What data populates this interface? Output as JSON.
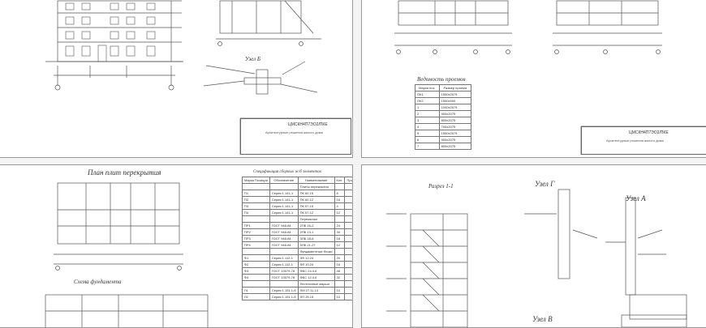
{
  "sheets": {
    "top_left": {
      "detail_label": "Узел Б",
      "stamp_code": "ЦМСКН4П7ЭО2/ПКЕ",
      "stamp_sub": "Архитектурные решения жилого дома"
    },
    "top_right": {
      "schedule_title": "Ведомость проемов",
      "schedule_header": [
        "Марка поз.",
        "Размер проема"
      ],
      "schedule_rows": [
        [
          "ОК1",
          "1550x2075"
        ],
        [
          "ОК2",
          "1550x900"
        ],
        [
          "1",
          "1000x2075"
        ],
        [
          "2",
          "900x2075"
        ],
        [
          "3",
          "800x2075"
        ],
        [
          "4",
          "700x2075"
        ],
        [
          "5",
          "1550x2075"
        ],
        [
          "6",
          "900x2075"
        ],
        [
          "7",
          "800x2075"
        ]
      ],
      "stamp_code": "ЦМСКН4П7ЭО2/ПКЕ",
      "stamp_sub": "Архитектурные решения жилого дома"
    },
    "bottom_left": {
      "plan_title": "План плит перекрытия",
      "foundation_title": "Схема фундамента",
      "spec_title": "Спецификация сборных ж/б элементов",
      "spec_header": [
        "Марка Позиция",
        "Обозначение",
        "Наименование",
        "Кол.",
        "Примеч."
      ],
      "spec_rows": [
        [
          "",
          "",
          "Плиты перекрытия",
          "",
          ""
        ],
        [
          "П1",
          "Серия 1.141-1",
          "ПК 60.15",
          "8",
          ""
        ],
        [
          "П2",
          "Серия 1.141-1",
          "ПК 60.12",
          "16",
          ""
        ],
        [
          "П3",
          "Серия 1.141-1",
          "ПК 57.15",
          "4",
          ""
        ],
        [
          "П4",
          "Серия 1.141-1",
          "ПК 57.12",
          "12",
          ""
        ],
        [
          "",
          "",
          "Перемычки",
          "",
          ""
        ],
        [
          "ПР1",
          "ГОСТ 948-84",
          "2ПБ 16-2",
          "24",
          ""
        ],
        [
          "ПР2",
          "ГОСТ 948-84",
          "2ПБ 13-1",
          "30",
          ""
        ],
        [
          "ПР3",
          "ГОСТ 948-84",
          "3ПБ 18-8",
          "18",
          ""
        ],
        [
          "ПР4",
          "ГОСТ 948-84",
          "5ПБ 21-27",
          "12",
          ""
        ],
        [
          "",
          "",
          "Фундаментные блоки",
          "",
          ""
        ],
        [
          "Ф1",
          "Серия 1.112-1",
          "ФЛ 12.24",
          "20",
          ""
        ],
        [
          "Ф2",
          "Серия 1.112-1",
          "ФЛ 10.24",
          "16",
          ""
        ],
        [
          "Ф3",
          "ГОСТ 13579-78",
          "ФБС 24.4.6",
          "48",
          ""
        ],
        [
          "Ф4",
          "ГОСТ 13579-78",
          "ФБС 12.4.6",
          "32",
          ""
        ],
        [
          "",
          "",
          "Лестничные марши",
          "",
          ""
        ],
        [
          "Л1",
          "Серия 1.151.1-6",
          "ЛМ 27.11.14",
          "10",
          ""
        ],
        [
          "Л2",
          "Серия 1.151.1-6",
          "ЛП 25.15",
          "10",
          ""
        ]
      ]
    },
    "bottom_right": {
      "section_title": "Разрез 1-1",
      "node_g": "Узел Г",
      "node_a": "Узел А",
      "node_v": "Узел В"
    }
  },
  "colors": {
    "line": "#555555",
    "sheet_border": "#9a9a9a",
    "background": "#f4f4f4"
  }
}
